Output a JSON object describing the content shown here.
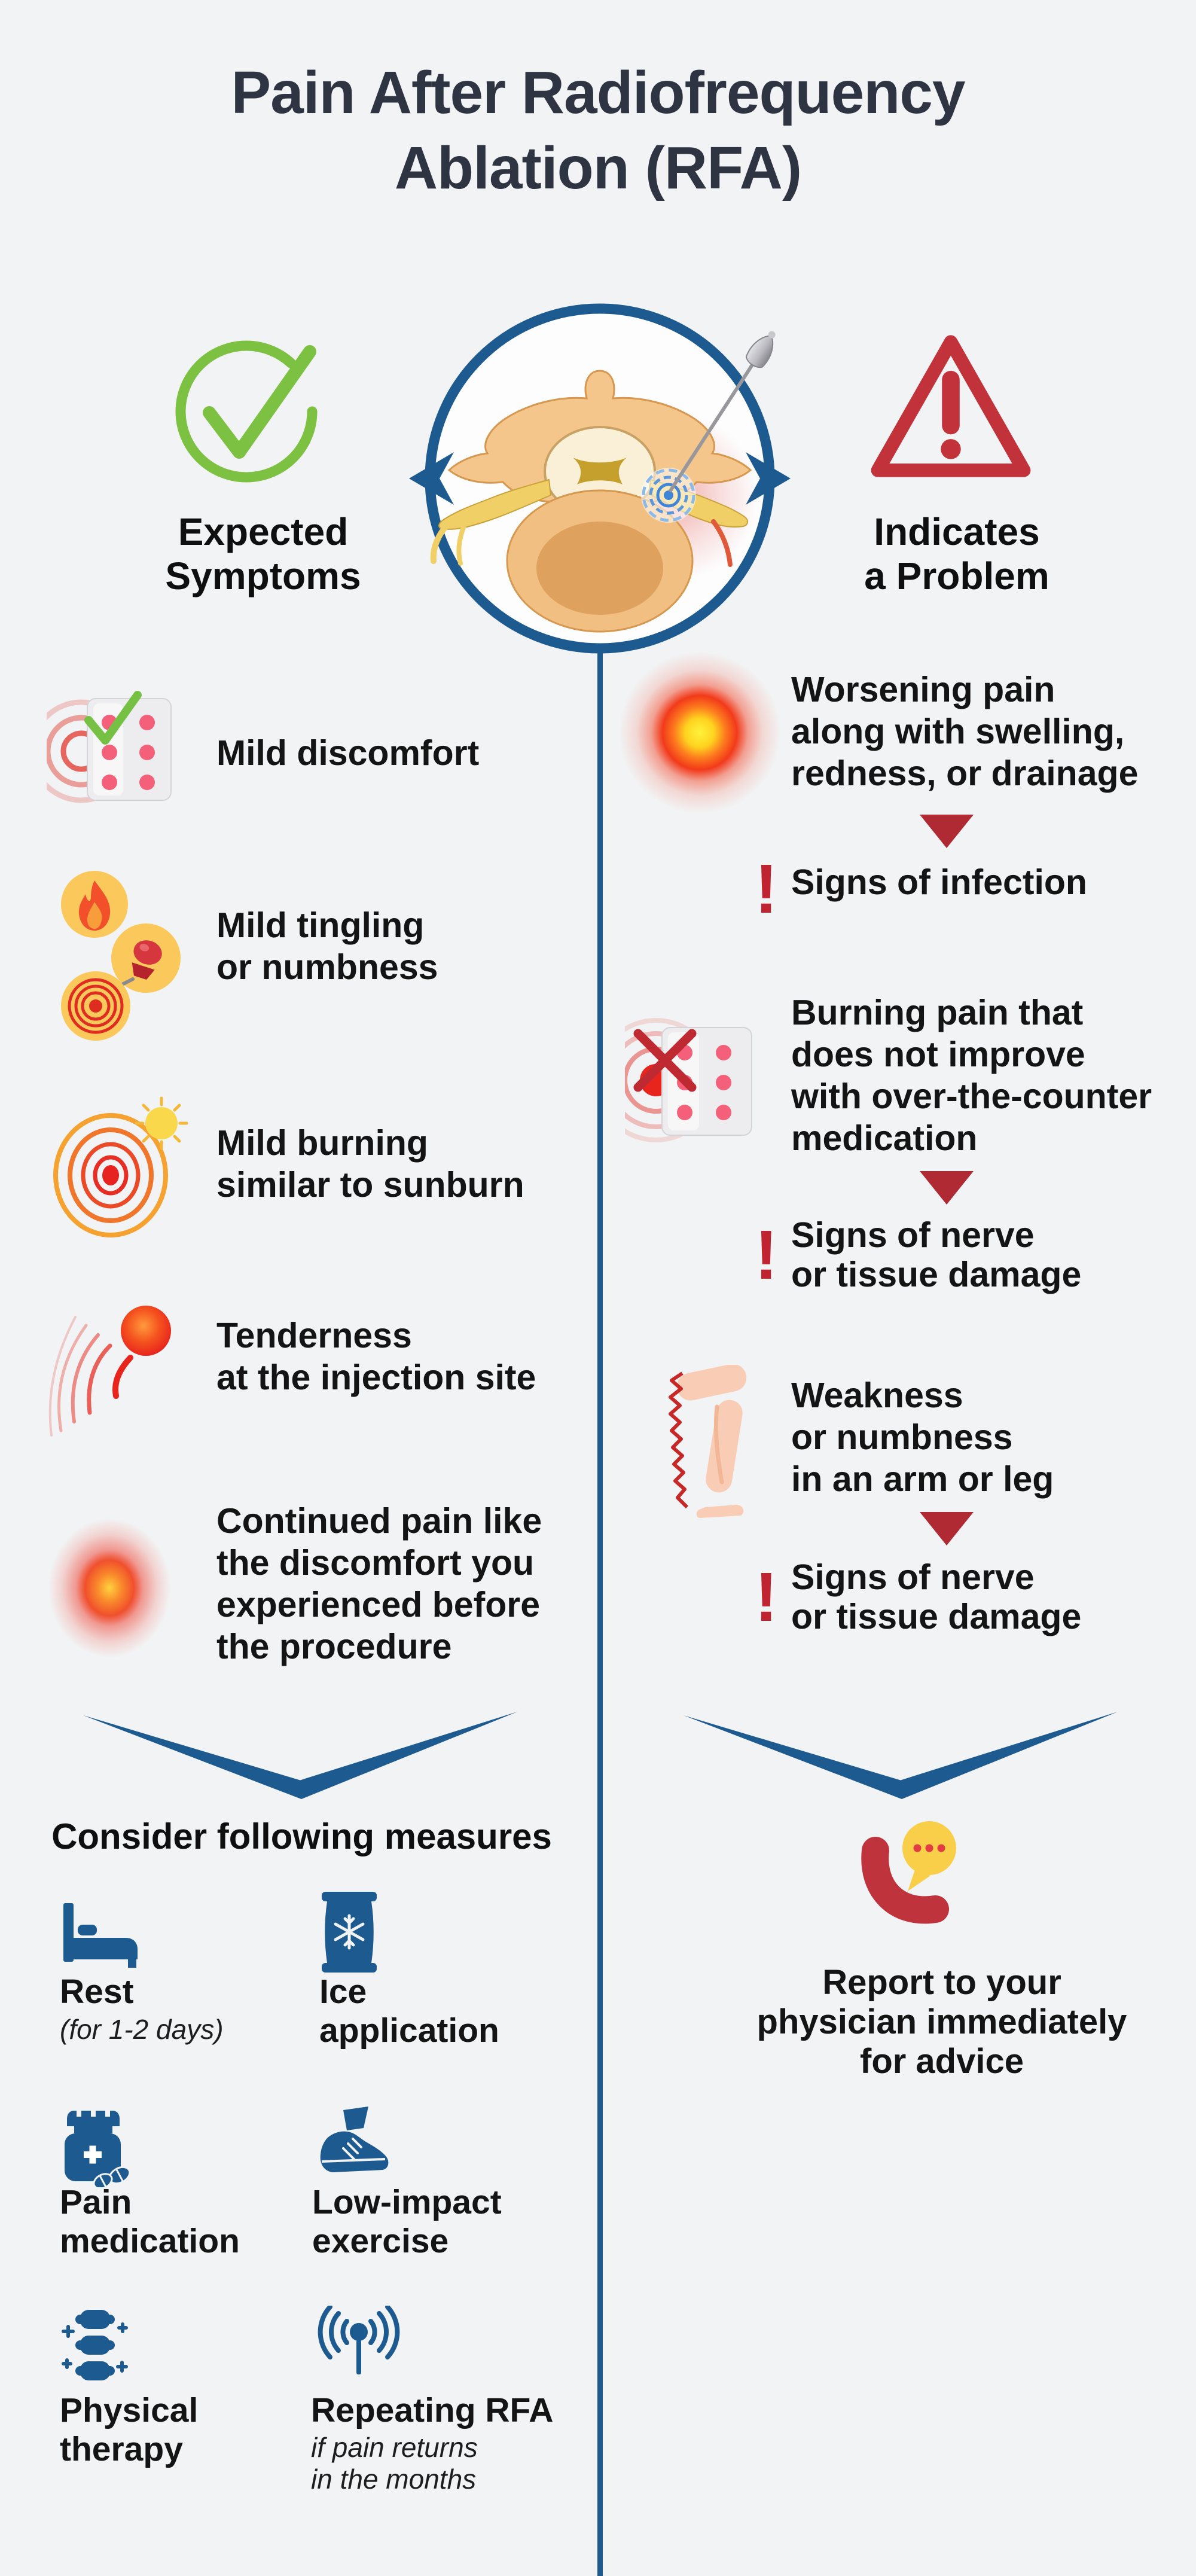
{
  "title": "Pain After Radiofrequency\nAblation (RFA)",
  "header": {
    "left_label": "Expected\nSymptoms",
    "right_label": "Indicates\na Problem"
  },
  "left": {
    "items": [
      "Mild discomfort",
      "Mild tingling\nor numbness",
      "Mild burning\nsimilar to sunburn",
      "Tenderness\nat the injection site",
      "Continued pain like\nthe discomfort you\nexperienced before\nthe procedure"
    ],
    "measures_heading": "Consider following measures",
    "measures": [
      {
        "label": "Rest",
        "note": "(for 1-2 days)",
        "icon": "bed-icon"
      },
      {
        "label": "Ice\napplication",
        "icon": "ice-pack-icon"
      },
      {
        "label": "Pain\nmedication",
        "icon": "pill-bottle-icon"
      },
      {
        "label": "Low-impact\nexercise",
        "icon": "sneaker-icon"
      },
      {
        "label": "Physical\ntherapy",
        "icon": "spine-icon"
      },
      {
        "label": "Repeating RFA",
        "note": "if pain returns\nin the months",
        "icon": "rf-signal-icon"
      }
    ]
  },
  "right": {
    "bang": "!",
    "items": [
      {
        "text": "Worsening pain\nalong with swelling,\nredness, or drainage",
        "result": "Signs of infection"
      },
      {
        "text": "Burning pain that\ndoes not improve\nwith over-the-counter\nmedication",
        "result": "Signs of nerve\nor tissue damage"
      },
      {
        "text": "Weakness\nor numbness\nin an arm or leg",
        "result": "Signs of nerve\nor tissue damage"
      }
    ],
    "report": "Report to your\nphysician immediately\nfor advice"
  },
  "colors": {
    "background": "#f2f3f4",
    "accent_blue": "#1d5a8f",
    "check_green": "#7cc142",
    "warning_red": "#c2323b",
    "arrow_red": "#b02a33",
    "text_dark": "#141414",
    "title_navy": "#2e3442"
  }
}
